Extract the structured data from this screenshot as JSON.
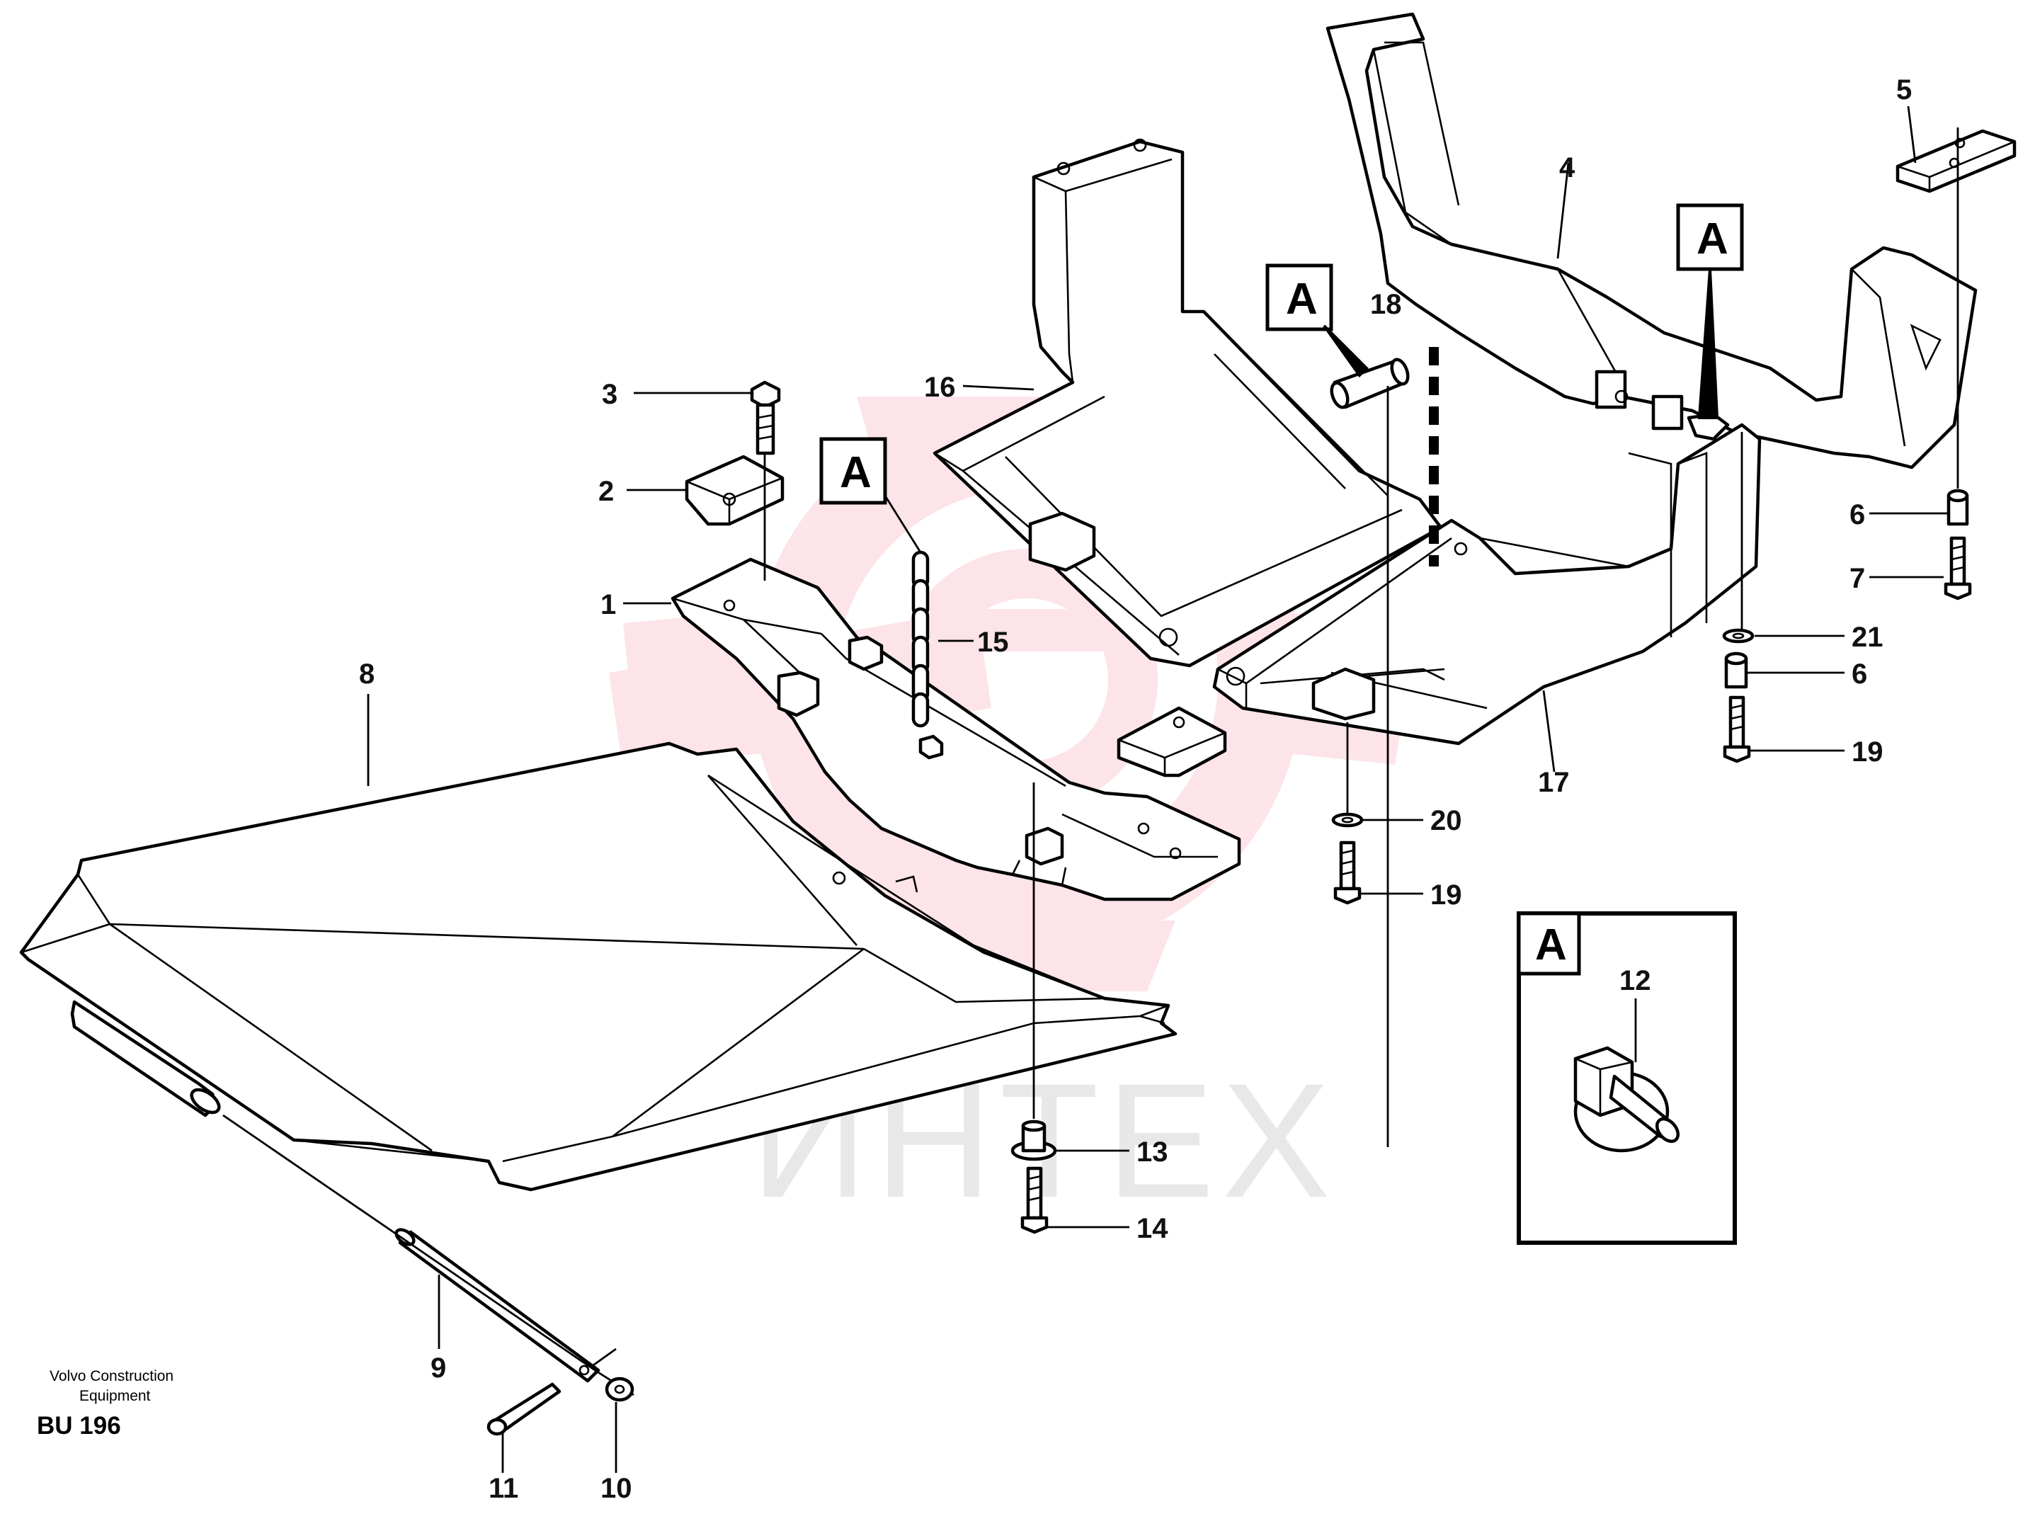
{
  "credit": {
    "line1": "Volvo Construction",
    "line2": "Equipment",
    "code": "BU 196"
  },
  "detail_marker": "A",
  "callouts": [
    "1",
    "2",
    "3",
    "4",
    "5",
    "6",
    "7",
    "8",
    "9",
    "10",
    "11",
    "12",
    "13",
    "14",
    "15",
    "16",
    "17",
    "18",
    "19",
    "20",
    "21"
  ],
  "watermark": {
    "text": "ИНТЕХ",
    "color": "#f0506e"
  }
}
